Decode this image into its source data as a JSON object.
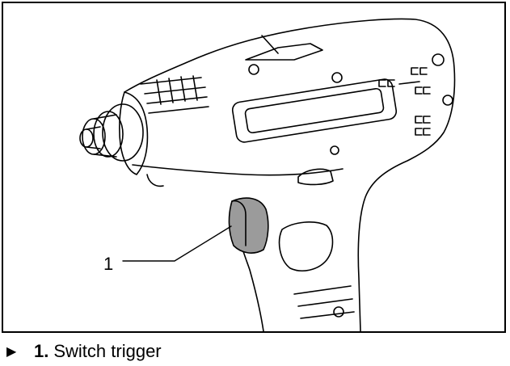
{
  "figure": {
    "callouts": [
      {
        "number": "1"
      }
    ]
  },
  "caption": {
    "bullet_icon": "right-triangle-bullet-icon",
    "items": [
      {
        "number": "1.",
        "label": "Switch trigger"
      }
    ]
  }
}
